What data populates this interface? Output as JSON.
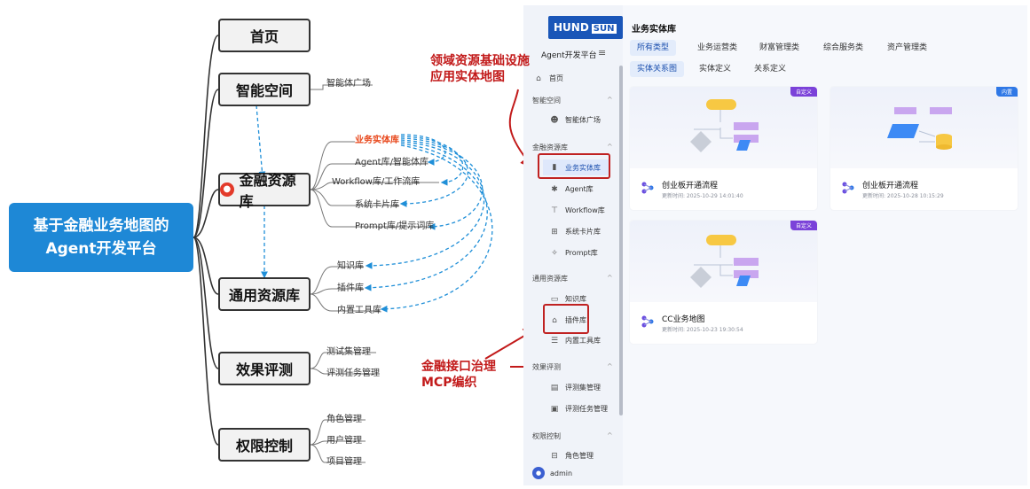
{
  "mindmap": {
    "root": {
      "line1": "基于金融业务地图的",
      "line2": "Agent开发平台"
    },
    "nodes": [
      {
        "label": "首页",
        "children": []
      },
      {
        "label": "智能空间",
        "children": [
          "智能体广场"
        ]
      },
      {
        "label": "金融资源库",
        "icon": "finance-icon",
        "children": [
          "业务实体库",
          "Agent库/智能体库",
          "Workflow库/工作流库",
          "系统卡片库",
          "Prompt库/提示词库"
        ]
      },
      {
        "label": "通用资源库",
        "children": [
          "知识库",
          "插件库",
          "内置工具库"
        ]
      },
      {
        "label": "效果评测",
        "children": [
          "测试集管理",
          "评测任务管理"
        ]
      },
      {
        "label": "权限控制",
        "children": [
          "角色管理",
          "用户管理",
          "项目管理"
        ]
      }
    ]
  },
  "annotations": {
    "top": {
      "line1": "领域资源基础设施",
      "line2": "应用实体地图"
    },
    "bottom": {
      "line1": "金融接口治理",
      "line2": "MCP编织"
    }
  },
  "app": {
    "logo": {
      "main": "HUND",
      "sun": "SUN"
    },
    "platform": "Agent开发平台",
    "sidebar": {
      "home": "首页",
      "groups": [
        {
          "title": "智能空间",
          "items": [
            "智能体广场"
          ]
        },
        {
          "title": "金融资源库",
          "items": [
            "业务实体库",
            "Agent库",
            "Workflow库",
            "系统卡片库",
            "Prompt库"
          ]
        },
        {
          "title": "通用资源库",
          "items": [
            "知识库",
            "插件库",
            "内置工具库"
          ]
        },
        {
          "title": "效果评测",
          "items": [
            "评测集管理",
            "评测任务管理"
          ]
        },
        {
          "title": "权限控制",
          "items": [
            "角色管理"
          ]
        }
      ],
      "user": "admin"
    },
    "page_title": "业务实体库",
    "tabs": [
      "所有类型",
      "业务运营类",
      "财富管理类",
      "综合服务类",
      "资产管理类"
    ],
    "subtabs": [
      "实体关系图",
      "实体定义",
      "关系定义"
    ],
    "cards": [
      {
        "badge": "自定义",
        "title": "创业板开通流程",
        "time": "更新时间: 2025-10-29 14:01:40"
      },
      {
        "badge": "内置",
        "title": "创业板开通流程",
        "time": "更新时间: 2025-10-28 10:15:29"
      },
      {
        "badge": "自定义",
        "title": "CC业务地图",
        "time": "更新时间: 2025-10-23 19:30:54"
      }
    ]
  },
  "colors": {
    "root": "#1e88d6",
    "accent": "#c21a1a",
    "highlight": "#e8481c",
    "link": "#1f8fd8",
    "badge_custom": "#7b42d9",
    "badge_builtin": "#2f78e6"
  }
}
